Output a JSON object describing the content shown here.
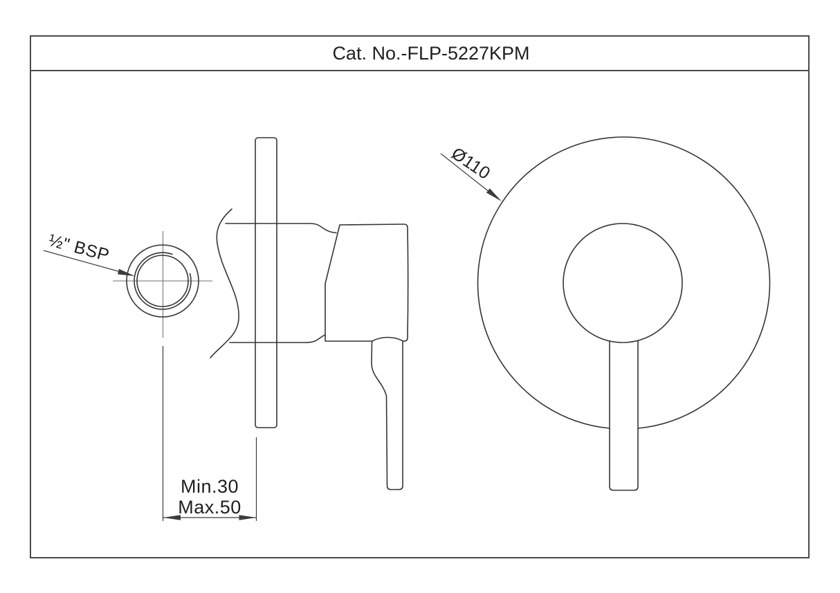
{
  "drawing": {
    "title": "Cat. No.-FLP-5227KPM",
    "labels": {
      "thread_size": "½\" BSP",
      "faceplate_diameter": "Ø110",
      "install_depth_min": "Min.30",
      "install_depth_max": "Max.50"
    },
    "colors": {
      "background": "#ffffff",
      "line": "#343434",
      "thin": "#3c3c3c",
      "centerline": "#6e6e6e",
      "border": "#4a4a4a",
      "text": "#1f1f1f"
    }
  }
}
